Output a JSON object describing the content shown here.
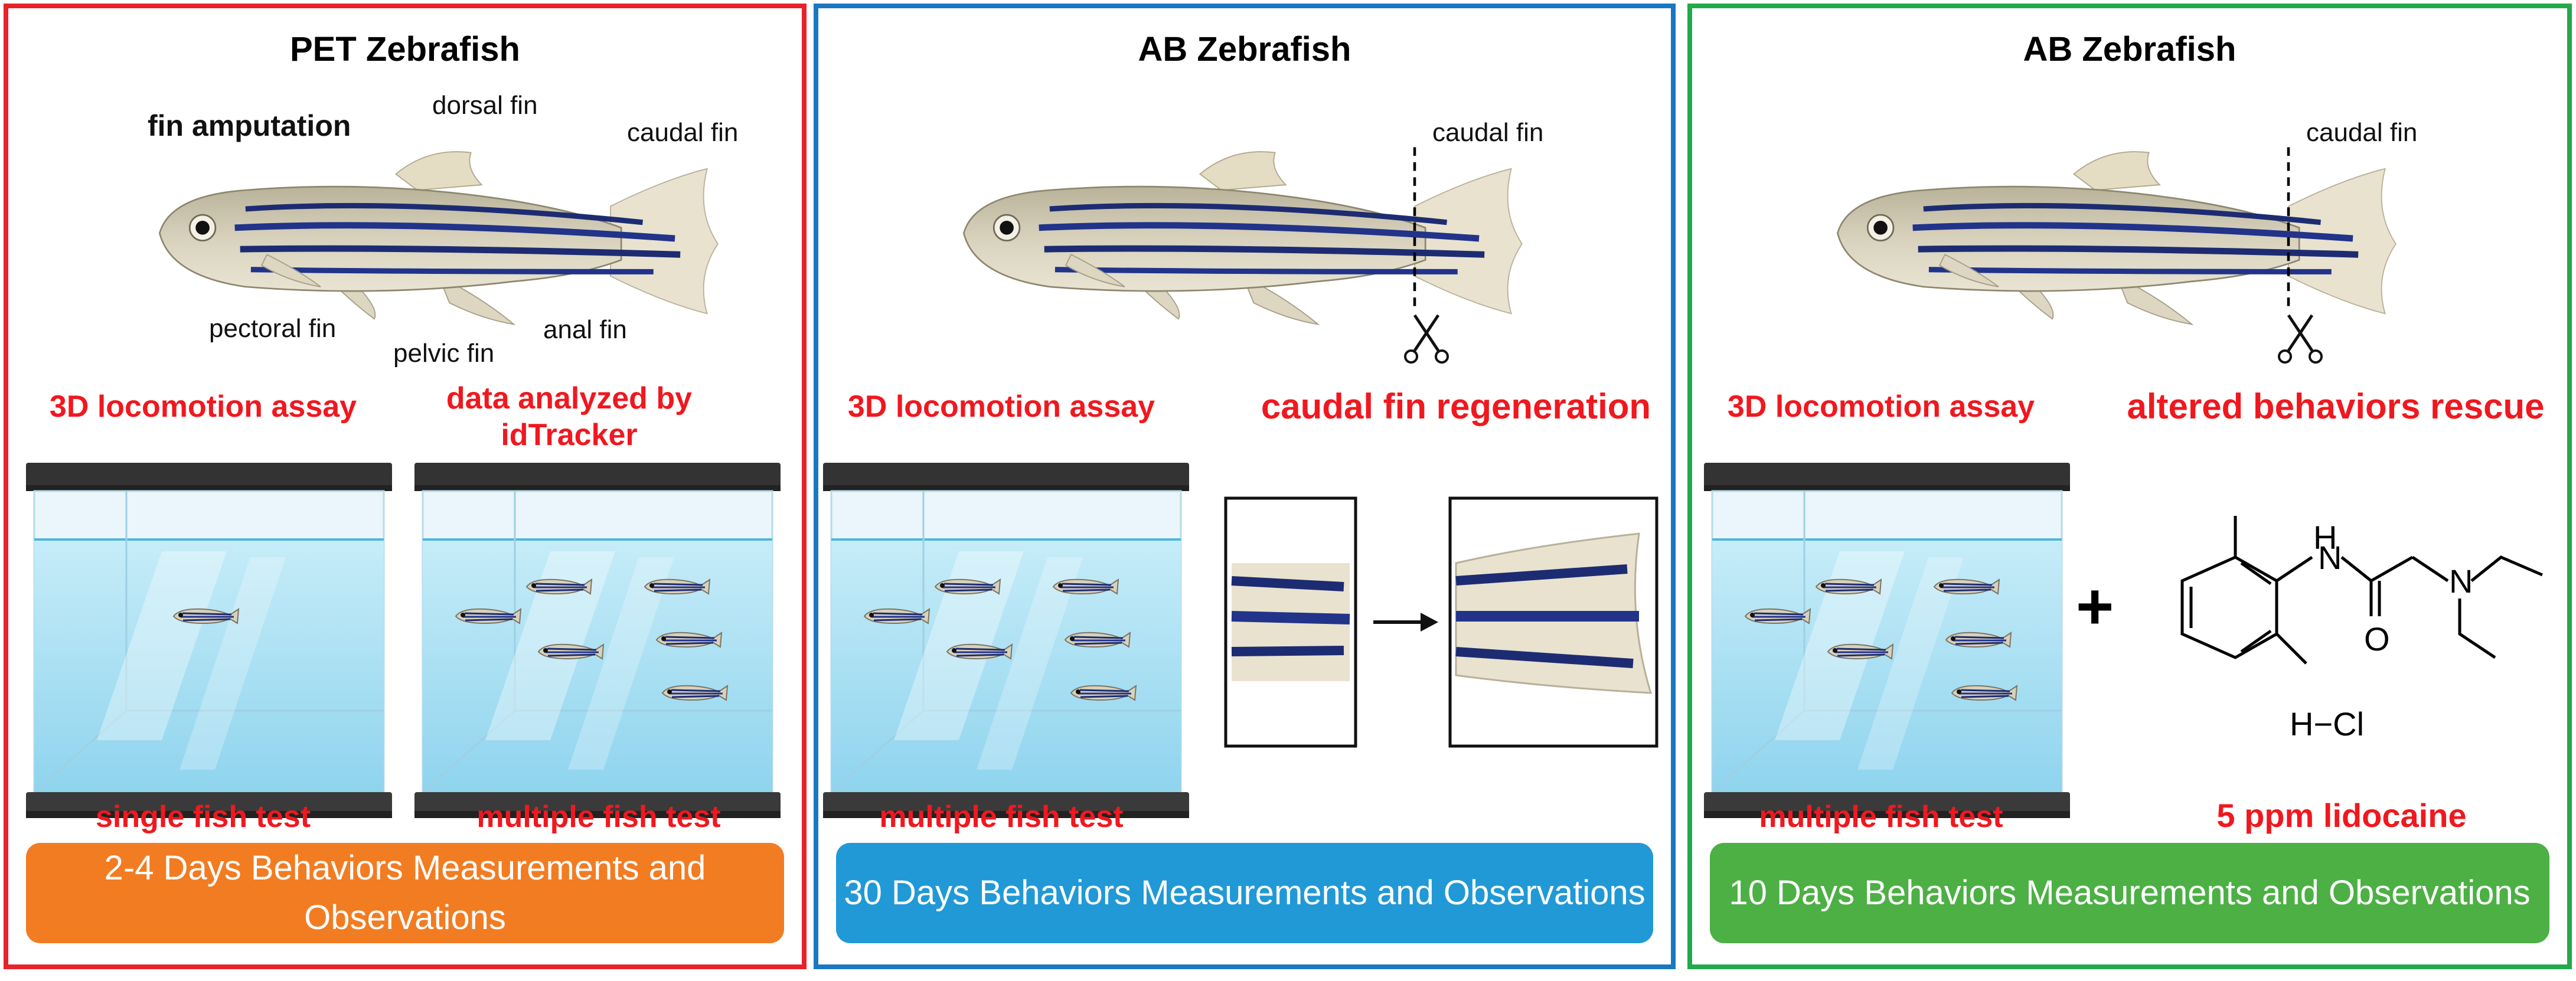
{
  "panels": [
    {
      "title": "PET Zebrafish",
      "fin_amputation": "fin amputation",
      "fin_labels": {
        "dorsal": "dorsal fin",
        "caudal": "caudal fin",
        "pectoral": "pectoral fin",
        "pelvic": "pelvic fin",
        "anal": "anal fin"
      },
      "assay_left": "3D locomotion assay",
      "assay_right": "data analyzed by idTracker",
      "tank_left_label": "single fish test",
      "tank_right_label": "multiple fish test",
      "footer": "2-4 Days Behaviors Measurements and Observations",
      "color": "#e8222b",
      "footer_color": "#f27c22"
    },
    {
      "title": "AB Zebrafish",
      "caudal_label": "caudal fin",
      "assay_left": "3D locomotion assay",
      "assay_right": "caudal fin regeneration",
      "tank_label": "multiple fish test",
      "footer": "30 Days Behaviors Measurements and Observations",
      "color": "#1a78c2",
      "footer_color": "#2199d6"
    },
    {
      "title": "AB Zebrafish",
      "caudal_label": "caudal fin",
      "assay_left": "3D locomotion assay",
      "assay_right": "altered behaviors rescue",
      "tank_label": "multiple fish test",
      "plus": "+",
      "chem": {
        "nh": "H",
        "n1": "N",
        "n2": "N",
        "o": "O",
        "hcl": "H−Cl"
      },
      "drug": "5 ppm lidocaine",
      "footer": "10 Days Behaviors Measurements and Observations",
      "color": "#22a94b",
      "footer_color": "#4cb044"
    }
  ]
}
